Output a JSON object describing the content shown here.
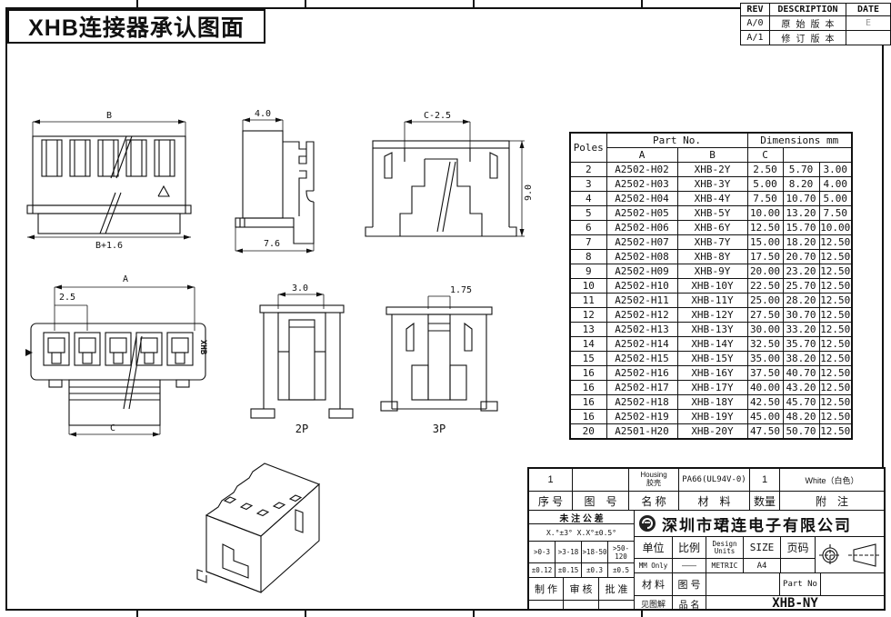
{
  "page_title": "XHB连接器承认图面",
  "revision_table": {
    "headers": [
      "REV",
      "DESCRIPTION",
      "DATE"
    ],
    "rows": [
      {
        "rev": "A/0",
        "description": "原 始 版 本",
        "date": "E"
      },
      {
        "rev": "A/1",
        "description": "修 订 版 本",
        "date": ""
      }
    ]
  },
  "drawings": {
    "front_view": {
      "dim_top": "B",
      "dim_bottom": "B+1.6"
    },
    "side_view": {
      "dim_top": "4.0",
      "dim_bottom": "7.6"
    },
    "back_view": {
      "dim_top": "C-2.5",
      "dim_right": "9.0"
    },
    "plan_view": {
      "dim_a": "A",
      "dim_pitch": "2.5",
      "dim_c": "C",
      "marking": "XHB"
    },
    "pol2_view": {
      "dim_top": "3.0",
      "label": "2P"
    },
    "pol3_view": {
      "dim_top": "1.75",
      "label": "3P"
    }
  },
  "parts_table": {
    "col_poles": "Poles",
    "col_part_no": "Part No.",
    "col_dimensions": "Dimensions mm",
    "col_a": "A",
    "col_b": "B",
    "col_c": "C",
    "rows": [
      [
        "2",
        "A2502-H02",
        "XHB-2Y",
        "2.50",
        "5.70",
        "3.00"
      ],
      [
        "3",
        "A2502-H03",
        "XHB-3Y",
        "5.00",
        "8.20",
        "4.00"
      ],
      [
        "4",
        "A2502-H04",
        "XHB-4Y",
        "7.50",
        "10.70",
        "5.00"
      ],
      [
        "5",
        "A2502-H05",
        "XHB-5Y",
        "10.00",
        "13.20",
        "7.50"
      ],
      [
        "6",
        "A2502-H06",
        "XHB-6Y",
        "12.50",
        "15.70",
        "10.00"
      ],
      [
        "7",
        "A2502-H07",
        "XHB-7Y",
        "15.00",
        "18.20",
        "12.50"
      ],
      [
        "8",
        "A2502-H08",
        "XHB-8Y",
        "17.50",
        "20.70",
        "12.50"
      ],
      [
        "9",
        "A2502-H09",
        "XHB-9Y",
        "20.00",
        "23.20",
        "12.50"
      ],
      [
        "10",
        "A2502-H10",
        "XHB-10Y",
        "22.50",
        "25.70",
        "12.50"
      ],
      [
        "11",
        "A2502-H11",
        "XHB-11Y",
        "25.00",
        "28.20",
        "12.50"
      ],
      [
        "12",
        "A2502-H12",
        "XHB-12Y",
        "27.50",
        "30.70",
        "12.50"
      ],
      [
        "13",
        "A2502-H13",
        "XHB-13Y",
        "30.00",
        "33.20",
        "12.50"
      ],
      [
        "14",
        "A2502-H14",
        "XHB-14Y",
        "32.50",
        "35.70",
        "12.50"
      ],
      [
        "15",
        "A2502-H15",
        "XHB-15Y",
        "35.00",
        "38.20",
        "12.50"
      ],
      [
        "16",
        "A2502-H16",
        "XHB-16Y",
        "37.50",
        "40.70",
        "12.50"
      ],
      [
        "16",
        "A2502-H17",
        "XHB-17Y",
        "40.00",
        "43.20",
        "12.50"
      ],
      [
        "16",
        "A2502-H18",
        "XHB-18Y",
        "42.50",
        "45.70",
        "12.50"
      ],
      [
        "16",
        "A2502-H19",
        "XHB-19Y",
        "45.00",
        "48.20",
        "12.50"
      ],
      [
        "20",
        "A2501-H20",
        "XHB-20Y",
        "47.50",
        "50.70",
        "12.50"
      ]
    ]
  },
  "title_block": {
    "bom_row": {
      "seq": "1",
      "drawing_no": "",
      "name_en": "Housing",
      "name_cn": "胶壳",
      "material": "PA66(UL94V-0)",
      "qty": "1",
      "note": "White（白色）"
    },
    "bom_headers": {
      "seq": "序 号",
      "drawing_no": "图　号",
      "name": "名 称",
      "material": "材　料",
      "qty": "数量",
      "note": "附　注"
    },
    "tolerance": {
      "title": "未 注 公 差",
      "angles": "X.°±3°  X.X°±0.5°",
      "ranges": [
        ">0-3",
        ">3-18",
        ">18-50",
        ">50-120"
      ],
      "values": [
        "±0.12",
        "±0.15",
        "±0.3",
        "±0.5"
      ]
    },
    "company": "深圳市珺连电子有限公司",
    "fields": {
      "unit_label": "单位",
      "unit_value": "MM Only",
      "scale_label": "比例",
      "scale_value": "——",
      "design_units_label": "Design\nUnits",
      "design_units_value": "METRIC",
      "size_label": "SIZE",
      "size_value": "A4",
      "page_label": "页码",
      "page_value": "",
      "make_label": "制 作",
      "check_label": "审 核",
      "approve_label": "批 准",
      "material_label": "材 料",
      "material_value": "见图解",
      "drawno_label": "图 号",
      "partno_label": "Part No",
      "product_label": "品 名",
      "product_value": "XHB-NY"
    }
  }
}
